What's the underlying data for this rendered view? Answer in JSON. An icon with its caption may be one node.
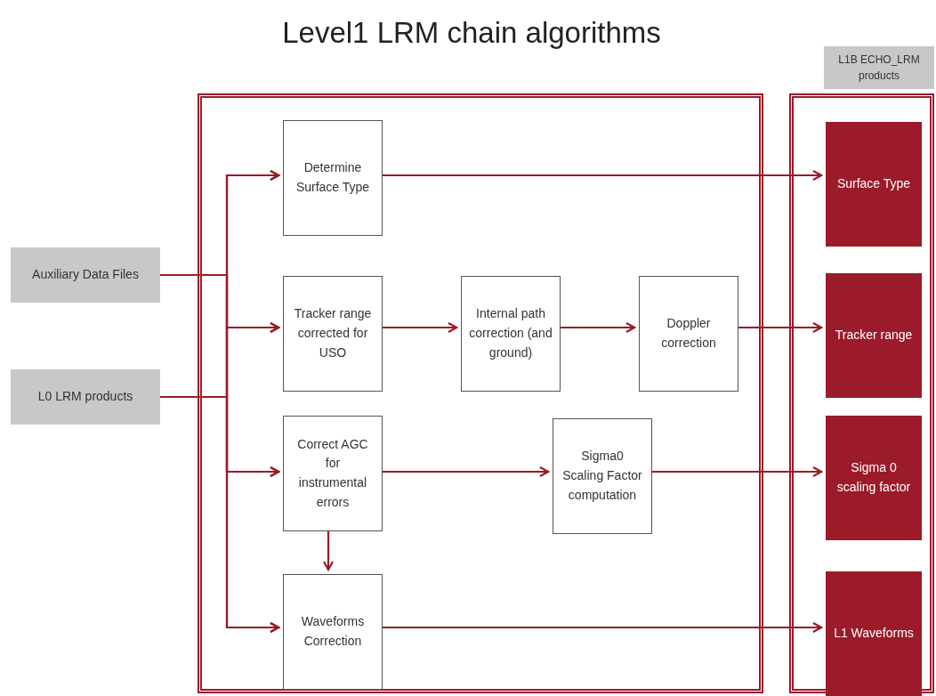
{
  "diagram": {
    "title": "Level1 LRM chain algorithms",
    "nodes": [
      {
        "text": [
          "Auxiliary Data Files"
        ]
      },
      {
        "text": [
          "L0 LRM products"
        ]
      },
      {
        "text": [],
        "shape": "box"
      },
      {
        "text": [
          "Determine Surface Type"
        ],
        "in": 2
      },
      {
        "text": [
          "Tracker range corrected for USO"
        ],
        "in": 2
      },
      {
        "text": [
          "Internal path correction (and ground)"
        ],
        "in": 2
      },
      {
        "text": [
          "Doppler correction"
        ],
        "in": 2
      },
      {
        "text": [
          "Correct AGC for instrumental errors"
        ],
        "in": 2
      },
      {
        "text": [
          "Sigma0 Scaling Factor computation"
        ],
        "in": 2
      },
      {
        "text": [
          "Waveforms Correction"
        ],
        "in": 2
      },
      {
        "text": [
          "L1B ECHO_LRM products"
        ]
      },
      {
        "text": [],
        "shape": "box"
      },
      {
        "text": [
          "Surface Type"
        ],
        "in": 11
      },
      {
        "text": [
          "Tracker range"
        ],
        "in": 11
      },
      {
        "text": [
          "Sigma 0 scaling factor"
        ],
        "in": 11
      },
      {
        "text": [
          "L1 Waveforms"
        ],
        "in": 11
      }
    ],
    "edges": [
      {
        "from": 0,
        "to": 3,
        "arrow": "to"
      },
      {
        "from": 0,
        "to": 4,
        "arrow": "to"
      },
      {
        "from": 0,
        "to": 7,
        "arrow": "to"
      },
      {
        "from": 0,
        "to": 9,
        "arrow": "to"
      },
      {
        "from": 1,
        "to": 3,
        "arrow": "to"
      },
      {
        "from": 1,
        "to": 4,
        "arrow": "to"
      },
      {
        "from": 1,
        "to": 7,
        "arrow": "to"
      },
      {
        "from": 1,
        "to": 9,
        "arrow": "to"
      },
      {
        "from": 3,
        "to": 12,
        "arrow": "to"
      },
      {
        "from": 4,
        "to": 5,
        "arrow": "to"
      },
      {
        "from": 5,
        "to": 6,
        "arrow": "to"
      },
      {
        "from": 6,
        "to": 13,
        "arrow": "to"
      },
      {
        "from": 7,
        "to": 8,
        "arrow": "to"
      },
      {
        "from": 8,
        "to": 14,
        "arrow": "to"
      },
      {
        "from": 7,
        "to": 9,
        "arrow": "to"
      },
      {
        "from": 9,
        "to": 15,
        "arrow": "to"
      }
    ]
  }
}
